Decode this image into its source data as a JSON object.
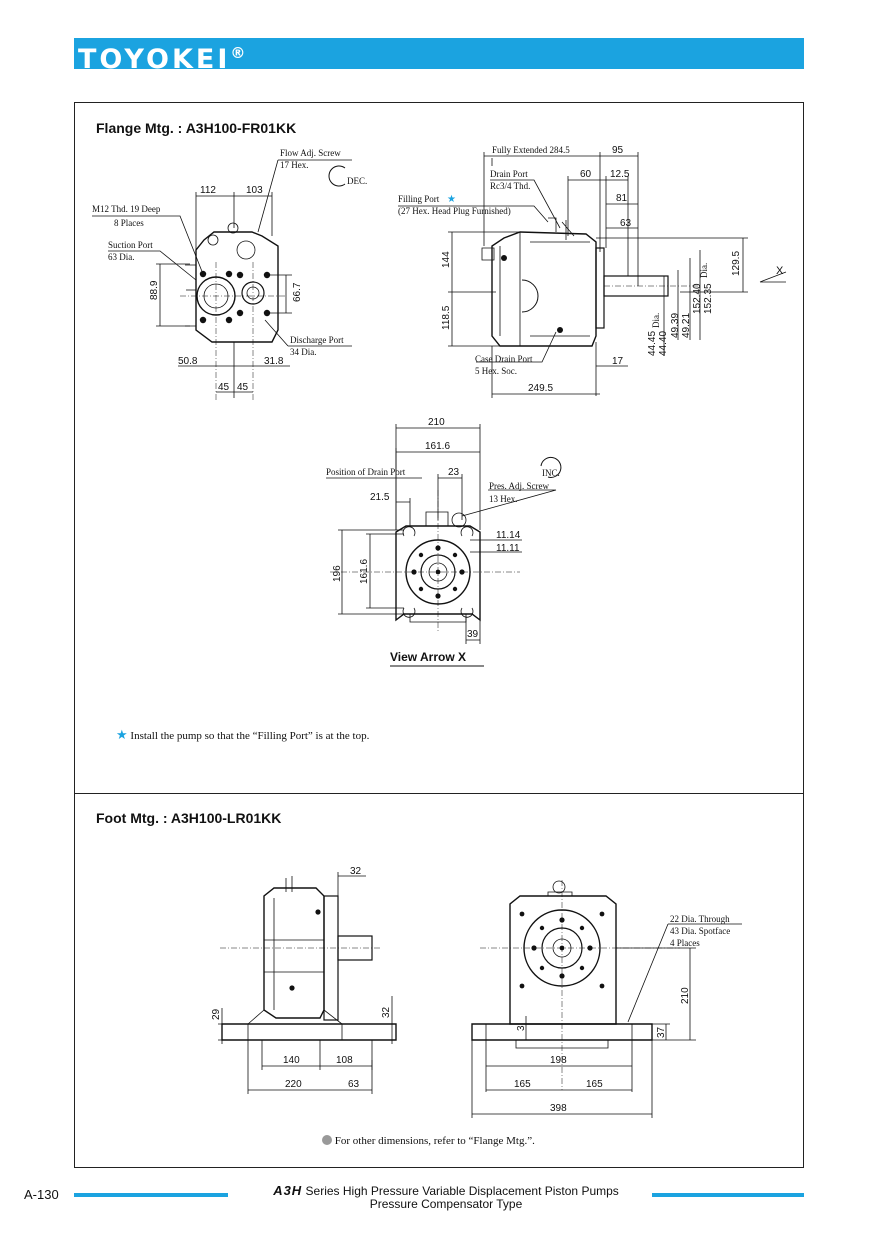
{
  "brand": {
    "name": "TOYOKEI",
    "mark": "®",
    "accent": "#1ba3e0"
  },
  "flange": {
    "title": "Flange Mtg. : A3H100-FR01KK",
    "labels": {
      "flow_adj": "Flow Adj. Screw",
      "flow_hex": "17 Hex.",
      "dec": "DEC.",
      "m12": "M12 Thd. 19 Deep",
      "m12_places": "8 Places",
      "suction": "Suction Port",
      "suction_dia": "63 Dia.",
      "discharge": "Discharge Port",
      "discharge_dia": "34 Dia.",
      "fully_ext": "Fully Extended 284.5",
      "drain": "Drain Port",
      "drain_thd": "Rc3/4 Thd.",
      "filling": "Filling Port",
      "filling_hex": "(27 Hex. Head Plug Furnished)",
      "case_drain": "Case Drain Port",
      "case_hex": "5 Hex. Soc.",
      "x_arrow": "X",
      "dia_a": "44.45",
      "dia_b": "44.40",
      "dia_suffix": "Dia.",
      "dia_c": "49.39",
      "dia_d": "49.21",
      "dia_e": "152.40",
      "dia_f": "152.35",
      "dia_suffix2": "Dia."
    },
    "dims": {
      "d112": "112",
      "d103": "103",
      "d889": "88.9",
      "d667": "66.7",
      "d508": "50.8",
      "d318": "31.8",
      "d45a": "45",
      "d45b": "45",
      "d95": "95",
      "d60": "60",
      "d125": "12.5",
      "d81": "81",
      "d63": "63",
      "d144": "144",
      "d1185": "118.5",
      "d1295": "129.5",
      "d17": "17",
      "d2495": "249.5"
    }
  },
  "view_x": {
    "title": "View Arrow X",
    "labels": {
      "drain_pos": "Position of Drain Port",
      "pres_adj": "Pres. Adj. Screw",
      "pres_hex": "13 Hex.",
      "inc": "INC.",
      "t1114": "11.14",
      "t1111": "11.11"
    },
    "dims": {
      "d210": "210",
      "d1616": "161.6",
      "d23": "23",
      "d215": "21.5",
      "d196": "196",
      "d1616v": "161.6",
      "d39": "39"
    }
  },
  "note_filling": "Install the pump so that the “Filling Port” is at the top.",
  "foot": {
    "title": "Foot Mtg. : A3H100-LR01KK",
    "labels": {
      "through": "22 Dia. Through",
      "spotface": "43 Dia. Spotface",
      "places": "4 Places"
    },
    "dims": {
      "d32a": "32",
      "d29": "29",
      "d32b": "32",
      "d140": "140",
      "d108": "108",
      "d220": "220",
      "d63": "63",
      "d3": "3",
      "d210": "210",
      "d37": "37",
      "d198": "198",
      "d165a": "165",
      "d165b": "165",
      "d398": "398"
    }
  },
  "note_other": "For other dimensions, refer to “Flange Mtg.”.",
  "footer": {
    "page": "A-130",
    "series_logo": "A3H",
    "line1": " Series High Pressure Variable Displacement Piston Pumps",
    "line2": "Pressure Compensator Type"
  }
}
